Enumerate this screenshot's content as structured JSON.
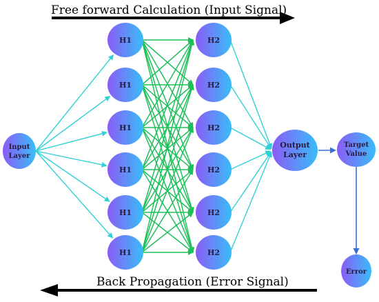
{
  "top_arrow": {
    "label": "Free forward Calculation (Input Signal)"
  },
  "bottom_arrow": {
    "label": "Back Propagation (Error Signal)"
  },
  "input_node": {
    "label_lines": [
      "Input",
      "Layer"
    ]
  },
  "hidden1": {
    "label": "H1",
    "count": 6
  },
  "hidden2": {
    "label": "H2",
    "count": 6
  },
  "output_node": {
    "label_lines": [
      "Output",
      "Layer"
    ]
  },
  "target_node": {
    "label_lines": [
      "Target",
      "Value"
    ]
  },
  "error_node": {
    "label": "Error"
  },
  "colors": {
    "node_left": "#8b5cf6",
    "node_right": "#38bdf8",
    "cyan_arrow": "#2fd0d6",
    "green_arrow": "#1fbf5a",
    "blue_arrow": "#3b6fd8",
    "black_arrow": "#000000"
  }
}
